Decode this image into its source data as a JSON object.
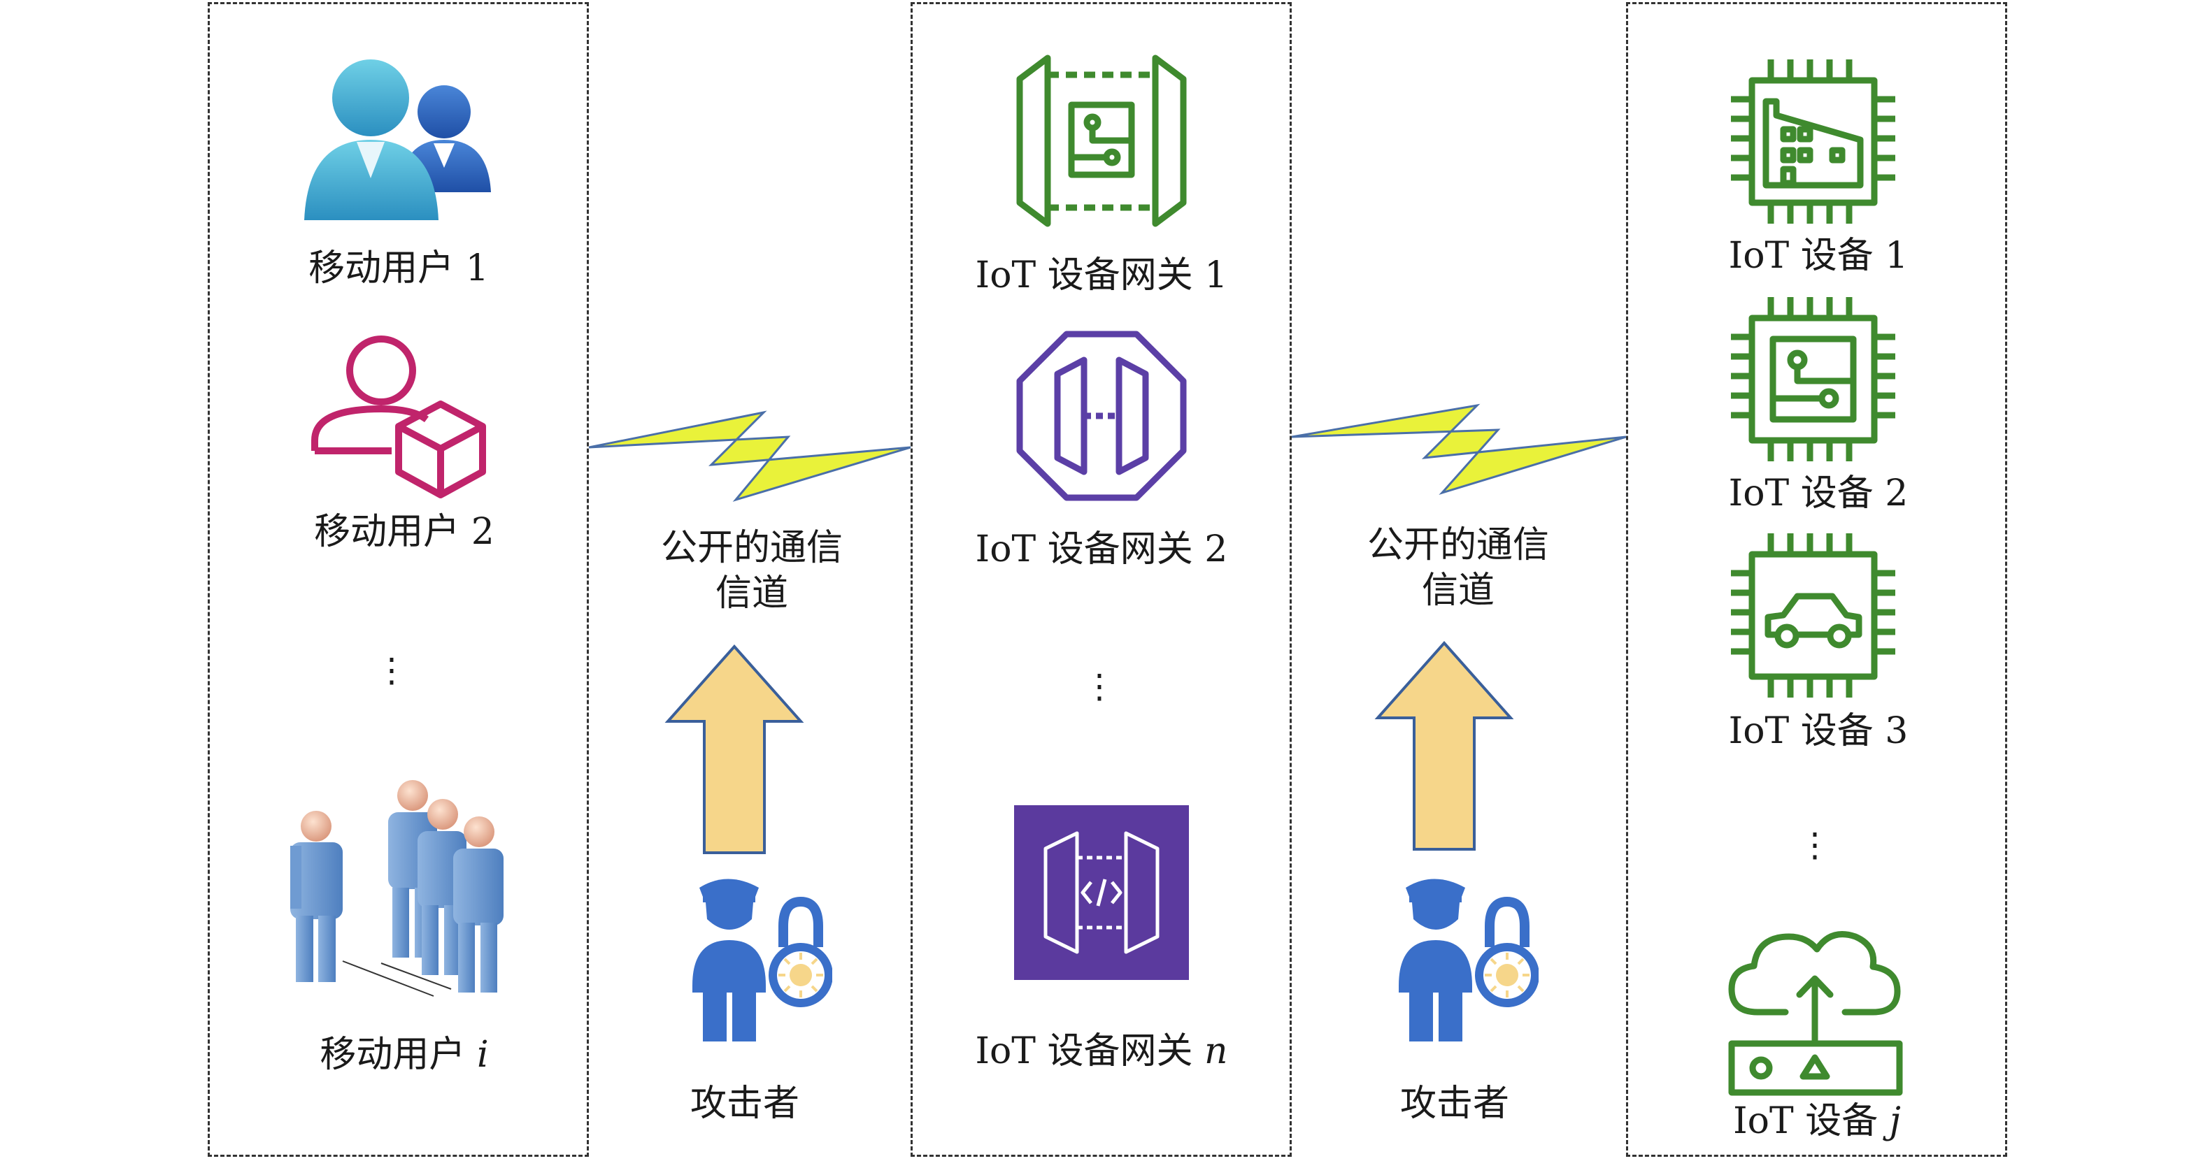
{
  "mobile_users": {
    "items": [
      {
        "name": "移动用户",
        "index": "1"
      },
      {
        "name": "移动用户",
        "index": "2"
      },
      {
        "name": "移动用户",
        "index": "i"
      }
    ],
    "ellipsis": "⋮"
  },
  "gateways": {
    "items": [
      {
        "name": "IoT 设备网关",
        "index": "1"
      },
      {
        "name": "IoT 设备网关",
        "index": "2"
      },
      {
        "name": "IoT 设备网关",
        "index": "n"
      }
    ],
    "ellipsis": "⋮"
  },
  "devices": {
    "items": [
      {
        "name": "IoT 设备",
        "index": "1"
      },
      {
        "name": "IoT 设备",
        "index": "2"
      },
      {
        "name": "IoT 设备",
        "index": "3"
      },
      {
        "name": "IoT 设备",
        "index": "j"
      }
    ],
    "ellipsis": "⋮"
  },
  "channels": [
    {
      "line1": "公开的通信",
      "line2": "信道",
      "attacker": "攻击者"
    },
    {
      "line1": "公开的通信",
      "line2": "信道",
      "attacker": "攻击者"
    }
  ],
  "colors": {
    "green": "#3f8a2e",
    "purple": "#5b2d8a",
    "magenta": "#c0246b",
    "lightning": "#e9f23a",
    "arrow": "#f6d68a",
    "attacker": "#3a6fc9"
  }
}
